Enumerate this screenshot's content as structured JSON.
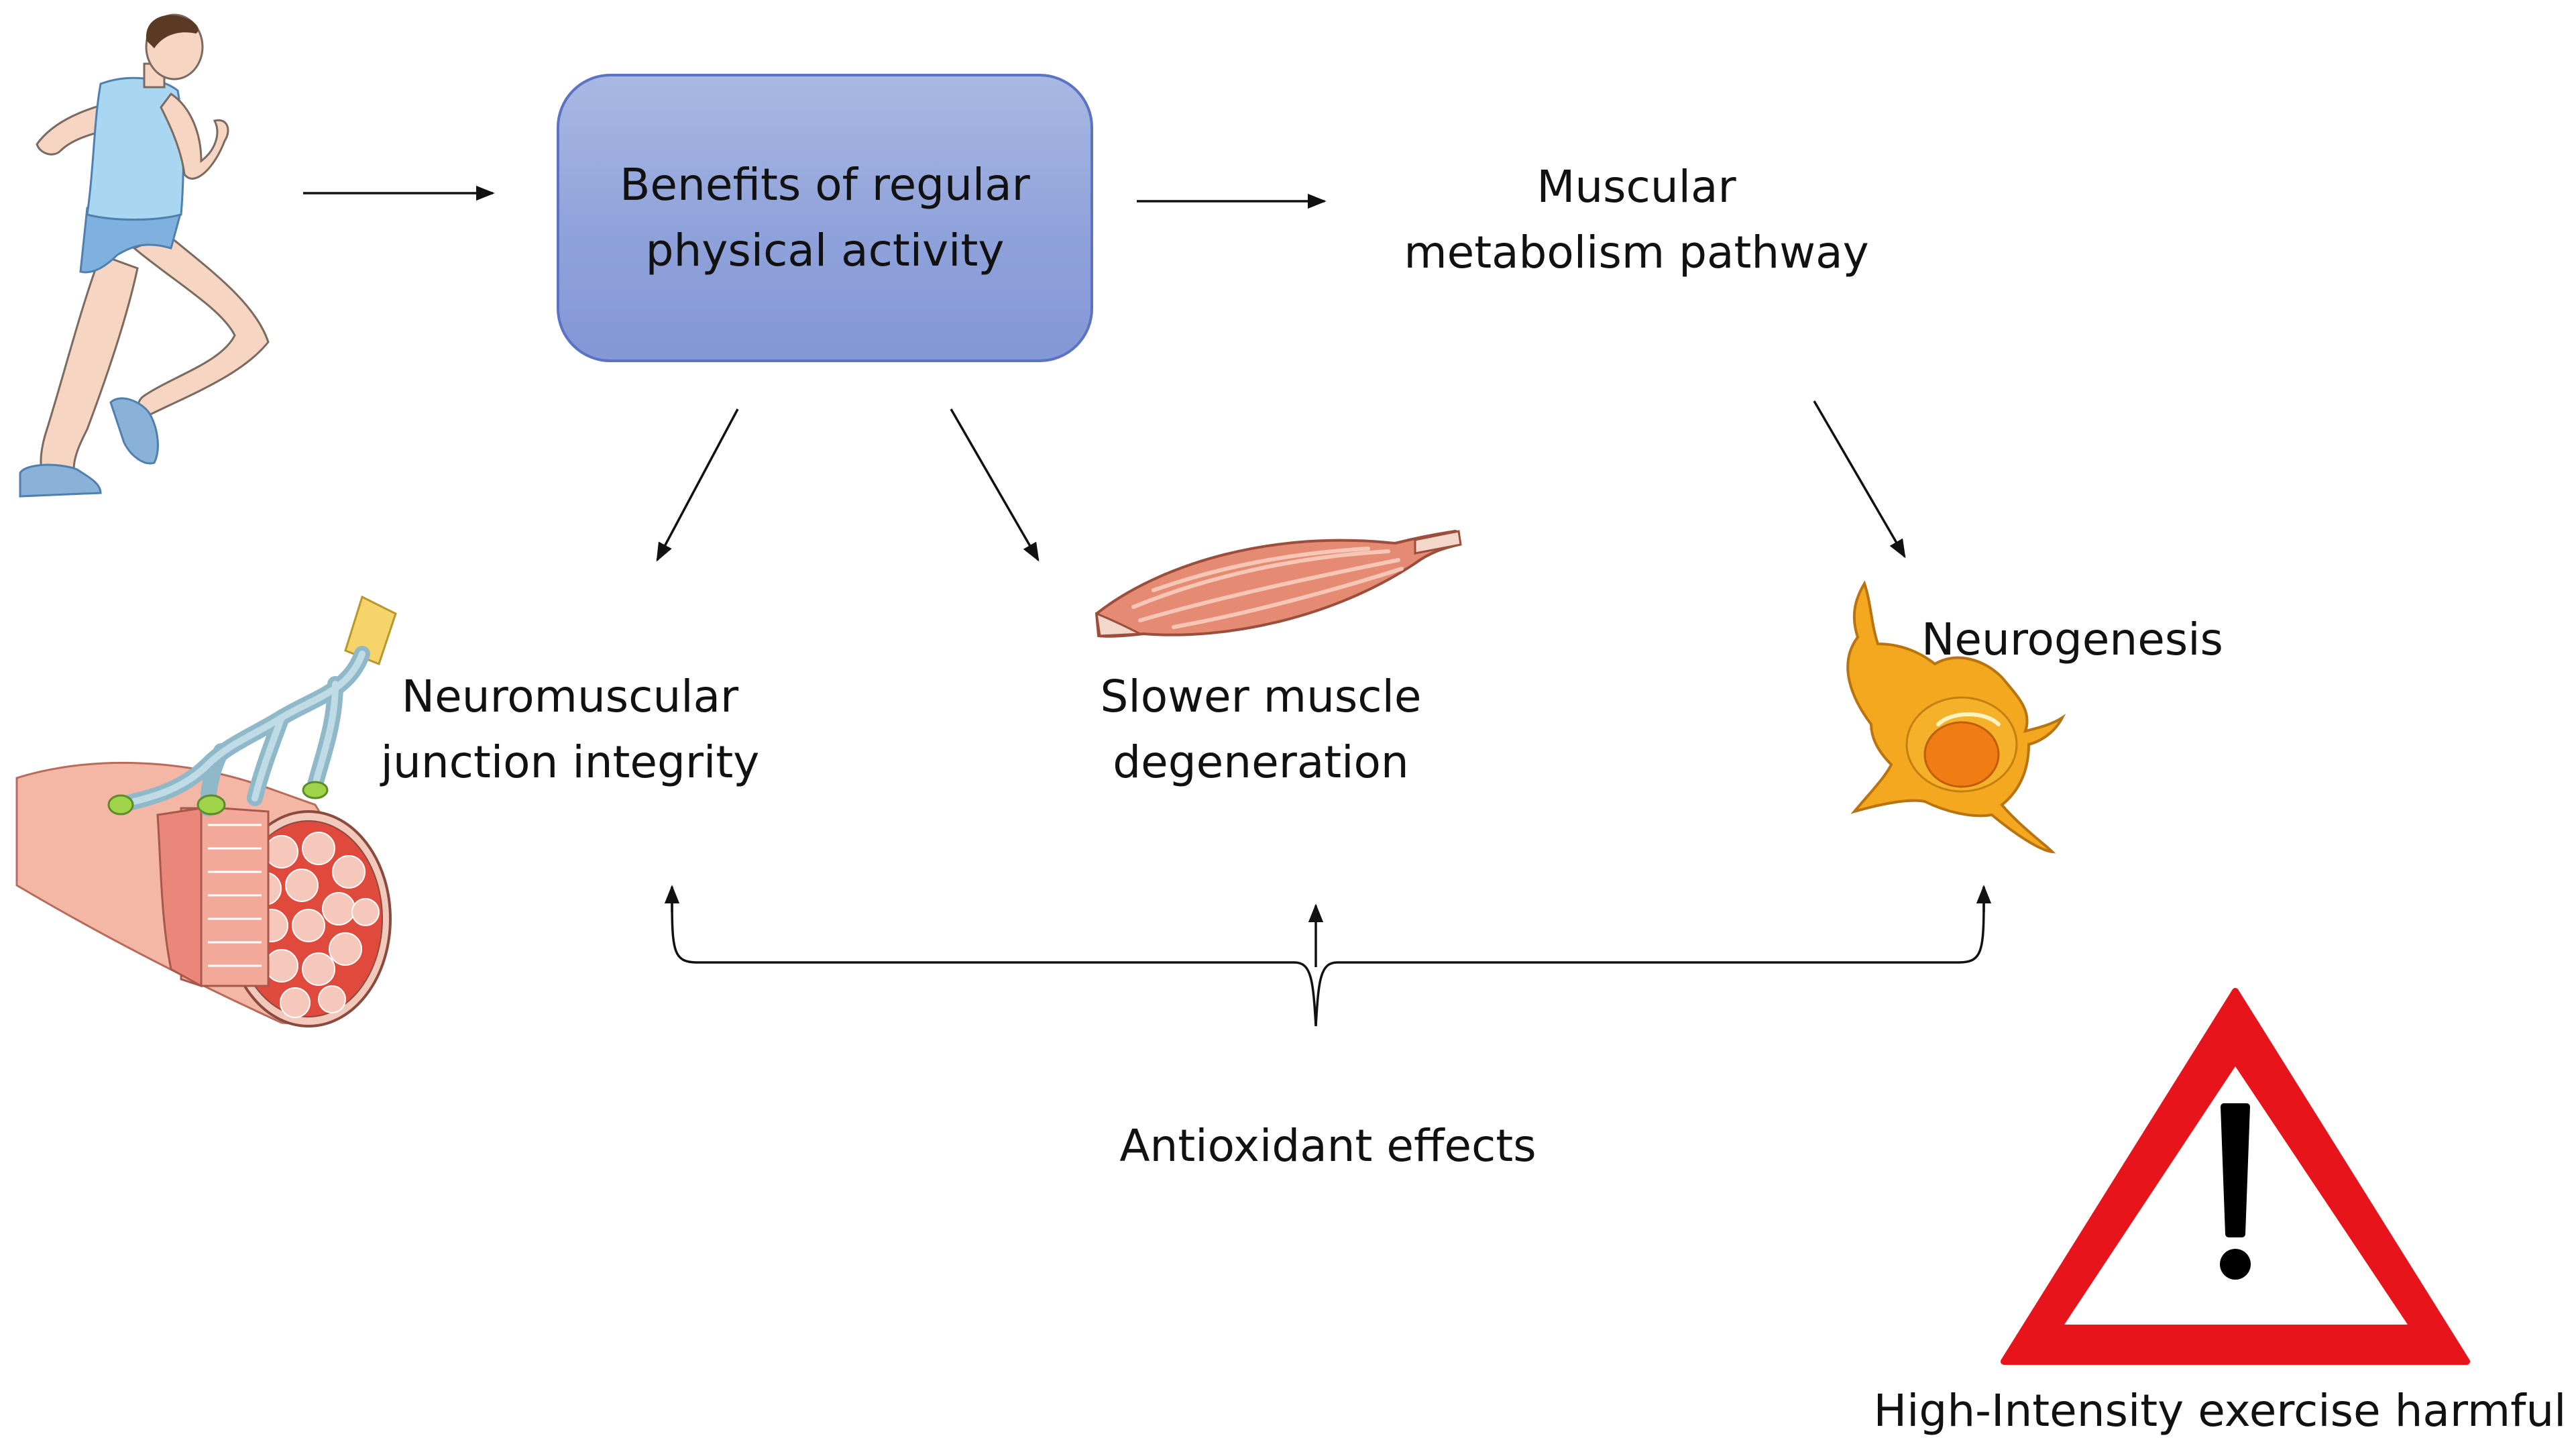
{
  "diagram": {
    "central_box": {
      "line1": "Benefits of regular",
      "line2": "physical activity"
    },
    "muscular_pathway": {
      "line1": "Muscular",
      "line2": "metabolism pathway"
    },
    "neuromuscular": {
      "line1": "Neuromuscular",
      "line2": "junction integrity"
    },
    "muscle_degeneration": {
      "line1": "Slower muscle",
      "line2": "degeneration"
    },
    "neurogenesis": "Neurogenesis",
    "antioxidant": "Antioxidant effects",
    "warning": "High-Intensity exercise harmful"
  },
  "colors": {
    "box_fill": "#8fa2da",
    "box_border": "#5b73c2",
    "warning_red": "#e8141c",
    "muscle": "#e27f6a",
    "neuron": "#f2a21a"
  },
  "icons": [
    "runner-icon",
    "muscle-fiber-icon",
    "muscle-icon",
    "neuron-icon",
    "warning-icon"
  ]
}
